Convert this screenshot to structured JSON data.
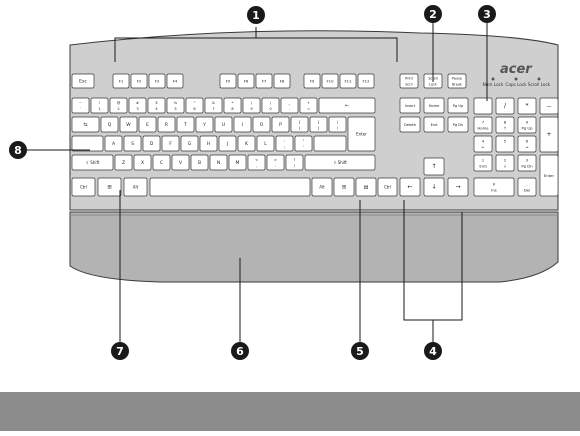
{
  "brand": "acer",
  "callouts": [
    "1",
    "2",
    "3",
    "4",
    "5",
    "6",
    "7",
    "8"
  ],
  "indicators": [
    "Num Lock",
    "Caps Lock",
    "Scroll Lock"
  ],
  "keys": {
    "esc": "Esc",
    "f": [
      "F1",
      "F2",
      "F3",
      "F4",
      "F5",
      "F6",
      "F7",
      "F8",
      "F9",
      "F10",
      "F11",
      "F12"
    ],
    "print": "Print Scrn",
    "scroll": "Scroll Lock",
    "pause": "Pause Break",
    "num_top": [
      "~",
      "!",
      "@",
      "#",
      "$",
      "%",
      "^",
      "&",
      "*",
      "(",
      ")",
      "_",
      "+"
    ],
    "num_bottom": [
      "`",
      "1",
      "2",
      "3",
      "4",
      "5",
      "6",
      "7",
      "8",
      "9",
      "0",
      "-",
      "="
    ],
    "q_row": [
      "Q",
      "W",
      "E",
      "R",
      "T",
      "Y",
      "U",
      "I",
      "O",
      "P"
    ],
    "q_sym": [
      "{ [",
      "} ]",
      "| \\"
    ],
    "a_row": [
      "A",
      "S",
      "D",
      "F",
      "G",
      "H",
      "J",
      "K",
      "L"
    ],
    "a_sym": [
      ": ;",
      "\" '"
    ],
    "z_row": [
      "Z",
      "X",
      "C",
      "V",
      "B",
      "N",
      "M"
    ],
    "z_sym": [
      "< ,",
      "> .",
      "? /"
    ],
    "shift": "Shift",
    "enter": "Enter",
    "ctrl": "Ctrl",
    "alt": "Alt",
    "nav": [
      "Insert",
      "Home",
      "Pg Up",
      "Delete",
      "End",
      "Pg Dn"
    ],
    "numpad_ops": [
      "/",
      "*",
      "—",
      "+"
    ],
    "numpad": [
      "7",
      "8",
      "9",
      "4",
      "5",
      "6",
      "1",
      "2",
      "3",
      "0",
      "."
    ],
    "numpad_sub": [
      "Home",
      "↑",
      "Pg Up",
      "←",
      "",
      "→",
      "End",
      "↓",
      "Pg Dn",
      "Ins",
      "Del"
    ],
    "numpad_enter": "Enter"
  },
  "colors": {
    "body": "#cfcfcf",
    "key": "#ffffff",
    "line": "#3a3a3a",
    "rest": "#b3b3b3",
    "bar": "#8c8c8c"
  }
}
